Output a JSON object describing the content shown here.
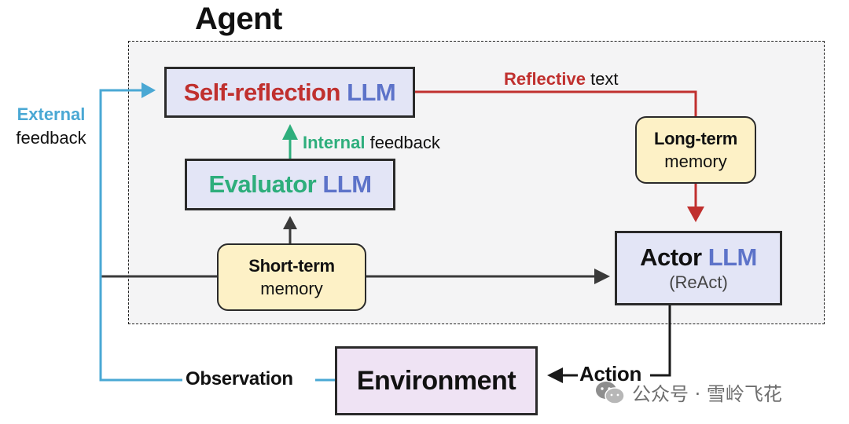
{
  "agent": {
    "title": "Agent"
  },
  "self_reflection": {
    "prefix": "Self-reflection",
    "suffix": "LLM"
  },
  "evaluator": {
    "prefix": "Evaluator",
    "suffix": "LLM"
  },
  "actor": {
    "prefix": "Actor",
    "suffix": "LLM",
    "sub": "(ReAct)"
  },
  "long_term_memory": {
    "title": "Long-term",
    "sub": "memory"
  },
  "short_term_memory": {
    "title": "Short-term",
    "sub": "memory"
  },
  "environment": {
    "label": "Environment"
  },
  "edges": {
    "reflective_text": {
      "highlight": "Reflective",
      "rest": "text"
    },
    "internal_feedback": {
      "highlight": "Internal",
      "rest": "feedback"
    },
    "external_feedback": {
      "highlight": "External",
      "rest": "feedback"
    },
    "observation": "Observation",
    "action": "Action"
  },
  "watermark": {
    "text": "公众号 · 雪岭飞花"
  },
  "colors": {
    "reflection_red": "#c0302e",
    "llm_blue": "#5d73c9",
    "internal_green": "#2eae7c",
    "external_sky": "#4aa8d4",
    "llm_box_fill": "#e3e5f6",
    "memory_fill": "#fdf1c6",
    "environment_fill": "#efe3f4"
  }
}
